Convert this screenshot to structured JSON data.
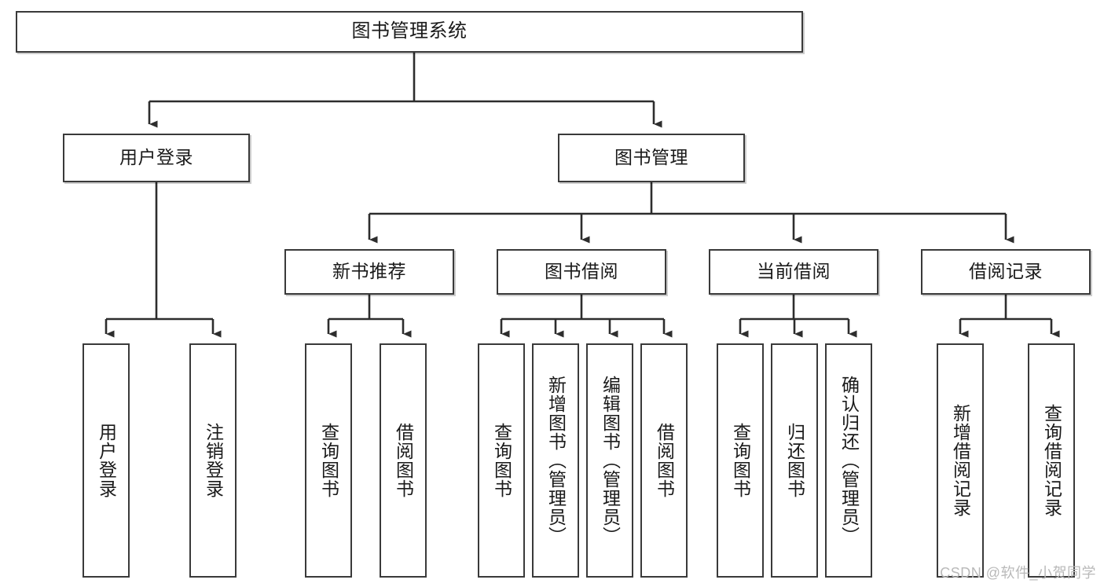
{
  "diagram": {
    "title": "图书管理系统",
    "type": "tree-hierarchy-diagram",
    "watermark": "CSDN @软件_小贺同学",
    "colors": {
      "background": "#ffffff",
      "box_border": "#3a3a3a",
      "box_fill": "#ffffff",
      "text": "#1a1a1a",
      "edge": "#2d2d2d",
      "watermark": "#b9b9b9"
    },
    "root": {
      "id": "root",
      "label": "图书管理系统"
    },
    "level2": [
      {
        "id": "user-login",
        "label": "用户登录"
      },
      {
        "id": "book-management",
        "label": "图书管理"
      }
    ],
    "level3": [
      {
        "id": "new-book-recommend",
        "label": "新书推荐"
      },
      {
        "id": "book-borrow",
        "label": "图书借阅"
      },
      {
        "id": "current-borrow",
        "label": "当前借阅"
      },
      {
        "id": "borrow-record",
        "label": "借阅记录"
      }
    ],
    "leaves": {
      "user_login": [
        {
          "id": "leaf-user-login",
          "label": "用户登录"
        },
        {
          "id": "leaf-logout",
          "label": "注销登录"
        }
      ],
      "new_book_recommend": [
        {
          "id": "leaf-query-book-1",
          "label": "查询图书"
        },
        {
          "id": "leaf-borrow-book-1",
          "label": "借阅图书"
        }
      ],
      "book_borrow": [
        {
          "id": "leaf-query-book-2",
          "label": "查询图书"
        },
        {
          "id": "leaf-add-book",
          "label": "新增图书（管理员）"
        },
        {
          "id": "leaf-edit-book",
          "label": "编辑图书（管理员）"
        },
        {
          "id": "leaf-borrow-book-2",
          "label": "借阅图书"
        }
      ],
      "current_borrow": [
        {
          "id": "leaf-query-book-3",
          "label": "查询图书"
        },
        {
          "id": "leaf-return-book",
          "label": "归还图书"
        },
        {
          "id": "leaf-confirm-return",
          "label": "确认归还（管理员）"
        }
      ],
      "borrow_record": [
        {
          "id": "leaf-add-record",
          "label": "新增借阅记录"
        },
        {
          "id": "leaf-query-record",
          "label": "查询借阅记录"
        }
      ]
    }
  }
}
